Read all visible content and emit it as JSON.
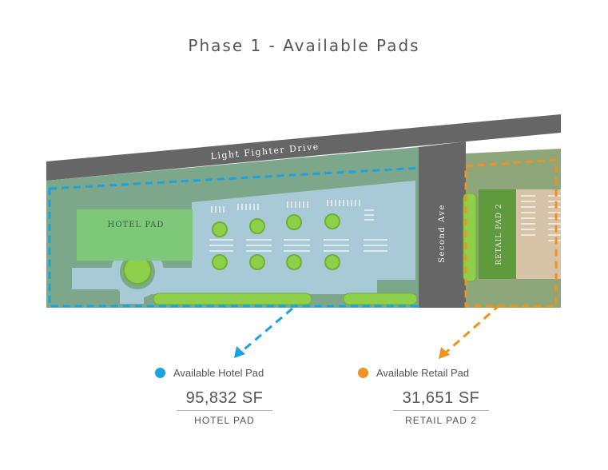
{
  "title": "Phase 1 - Available Pads",
  "map": {
    "road_north": "Light Fighter Drive",
    "road_east": "Second Ave",
    "hotel_pad_label": "HOTEL PAD",
    "retail_pad_label": "RETAIL PAD 2"
  },
  "legend": [
    {
      "label": "Available Hotel Pad",
      "color": "#1aa3e0"
    },
    {
      "label": "Available Retail Pad",
      "color": "#f0921f"
    }
  ],
  "stats": [
    {
      "value": "95,832 SF",
      "label": "HOTEL PAD"
    },
    {
      "value": "31,651 SF",
      "label": "RETAIL PAD 2"
    }
  ],
  "colors": {
    "road": "#666666",
    "site_green": "#7da78a",
    "parking": "#a8c9d6",
    "pad_green": "#7ec87a",
    "retail_pad": "#5f9a3c",
    "trees": "#8fd04a",
    "hotel_accent": "#1aa3e0",
    "retail_accent": "#f0921f"
  }
}
